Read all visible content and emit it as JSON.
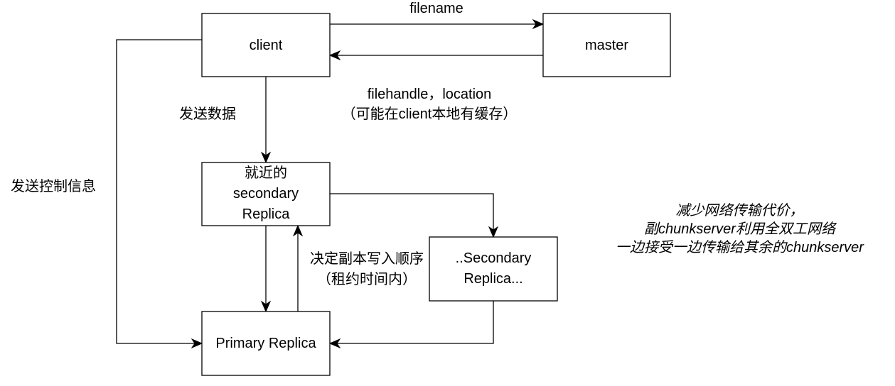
{
  "diagram": {
    "nodes": {
      "client": {
        "label": "client"
      },
      "master": {
        "label": "master"
      },
      "nearest_secondary": {
        "lines": [
          "就近的",
          "secondary",
          "Replica"
        ]
      },
      "other_secondary": {
        "lines": [
          "..Secondary",
          "Replica..."
        ]
      },
      "primary": {
        "label": "Primary Replica"
      }
    },
    "edges": {
      "client_to_master": {
        "label": "filename"
      },
      "master_to_client": {
        "lines": [
          "filehandle，location",
          "（可能在client本地有缓存）"
        ]
      },
      "client_to_nearest": {
        "label": "发送数据"
      },
      "client_to_primary": {
        "label": "发送控制信息"
      },
      "primary_to_nearest": {
        "lines": [
          "决定副本写入顺序",
          "（租约时间内）"
        ]
      },
      "nearest_to_other": {
        "label": ""
      },
      "nearest_to_primary": {
        "label": ""
      },
      "other_to_primary": {
        "label": ""
      }
    },
    "note": {
      "lines": [
        "减少网络传输代价，",
        "副chunkserver利用全双工网络",
        "一边接受一边传输给其余的chunkserver"
      ]
    }
  }
}
